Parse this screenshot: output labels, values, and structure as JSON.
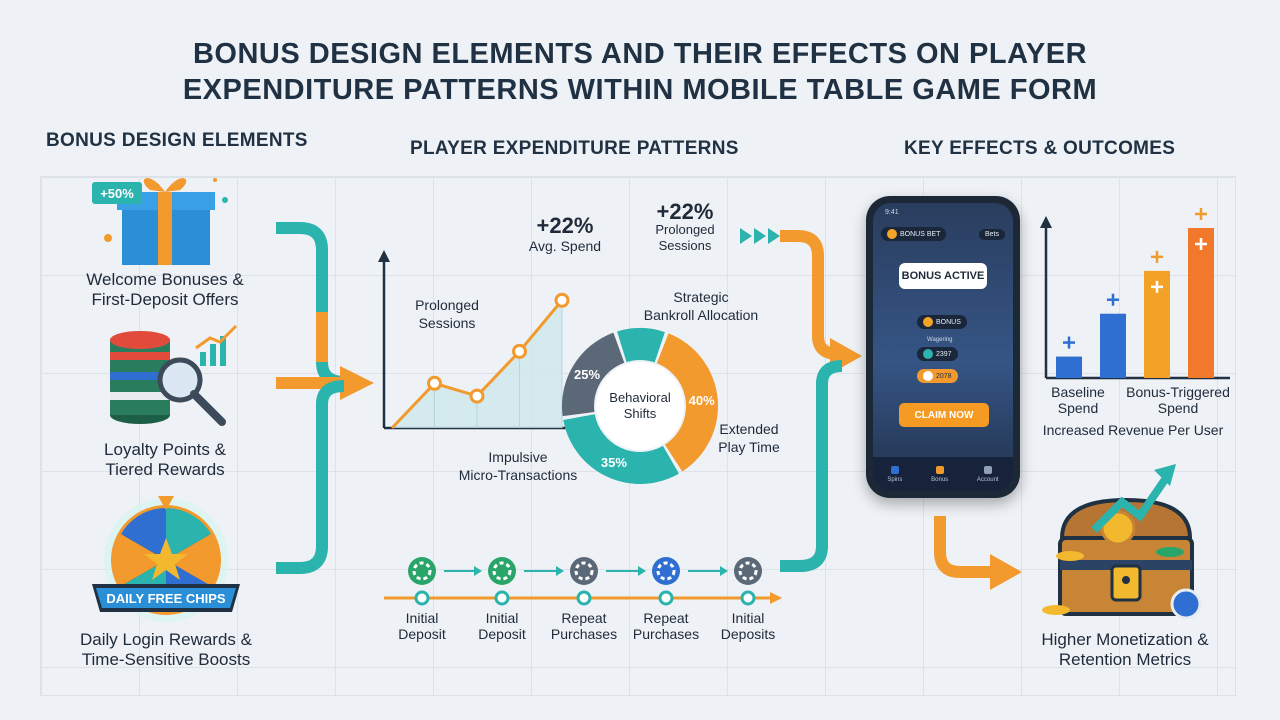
{
  "title": {
    "line1": "BONUS DESIGN ELEMENTS AND THEIR EFFECTS ON PLAYER",
    "line2": "EXPENDITURE PATTERNS WITHIN MOBILE TABLE GAME FORM"
  },
  "sections": {
    "left": "BONUS DESIGN ELEMENTS",
    "middle": "PLAYER EXPENDITURE PATTERNS",
    "right": "KEY EFFECTS & OUTCOMES"
  },
  "bonus_elements": [
    {
      "line1": "Welcome Bonuses &",
      "line2": "First-Deposit Offers",
      "badge": "+50%"
    },
    {
      "line1": "Loyalty Points &",
      "line2": "Tiered Rewards"
    },
    {
      "line1": "Daily Login Rewards &",
      "line2": "Time-Sensitive Boosts",
      "banner": "DAILY FREE CHIPS"
    }
  ],
  "patterns": {
    "avg_spend_value": "+22%",
    "avg_spend_label": "Avg. Spend",
    "prolonged_value": "+22%",
    "prolonged_label_1": "Prolonged",
    "prolonged_label_2": "Sessions",
    "line_label_1": "Prolonged",
    "line_label_2": "Sessions",
    "strategic_1": "Strategic",
    "strategic_2": "Bankroll Allocation",
    "extended_1": "Extended",
    "extended_2": "Play Time",
    "impulsive_1": "Impulsive",
    "impulsive_2": "Micro-Transactions",
    "donut_center_1": "Behavioral",
    "donut_center_2": "Shifts"
  },
  "chart_data": [
    {
      "type": "line",
      "x": [
        1,
        2,
        3,
        4,
        5
      ],
      "y": [
        0,
        3.5,
        2.5,
        6,
        10
      ],
      "ylim": [
        0,
        13
      ],
      "xlabel": "",
      "ylabel": "",
      "annotations": [
        "Prolonged Sessions",
        "+22% Avg. Spend"
      ]
    },
    {
      "type": "pie",
      "categories": [
        "40%",
        "35%",
        "25%",
        ""
      ],
      "values": [
        40,
        35,
        25,
        12
      ],
      "colors": [
        "#f29a2e",
        "#2bb3ad",
        "#5b6878",
        "#2bb3ad"
      ]
    },
    {
      "type": "bar",
      "categories": [
        "Baseline Spend",
        "Bonus-Triggered Spend"
      ],
      "values": [
        1,
        3,
        5,
        7
      ],
      "colors": [
        "#2f6fd1",
        "#2f6fd1",
        "#f4a227",
        "#f2792c"
      ],
      "caption": "Increased Revenue Per User"
    }
  ],
  "timeline": {
    "labels": [
      {
        "l1": "Initial",
        "l2": "Deposit"
      },
      {
        "l1": "Initial",
        "l2": "Deposit"
      },
      {
        "l1": "Repeat",
        "l2": "Purchases"
      },
      {
        "l1": "Repeat",
        "l2": "Purchases"
      },
      {
        "l1": "Initial",
        "l2": "Deposits"
      }
    ],
    "chip_colors": [
      "#2aa56a",
      "#2aa56a",
      "#5b6878",
      "#2f6fd1",
      "#5b6878"
    ]
  },
  "phone": {
    "status_left": "9:41",
    "pill_top_left": "BONUS BET",
    "pill_top_right": "Bets",
    "bonus_badge": "BONUS ACTIVE",
    "pill_mid": "BONUS",
    "wager_label": "Wagering",
    "value_1": "2397",
    "value_2": "2078",
    "claim_label": "CLAIM NOW",
    "nav": [
      "Spins",
      "Bonus",
      "Account"
    ]
  },
  "outcomes": {
    "baseline_1": "Baseline",
    "baseline_2": "Spend",
    "bonus_1": "Bonus-Triggered",
    "bonus_2": "Spend",
    "revenue": "Increased Revenue Per User",
    "final_1": "Higher Monetization &",
    "final_2": "Retention Metrics"
  },
  "colors": {
    "orange": "#f29a2e",
    "teal": "#2bb3ad",
    "blue": "#2f6fd1",
    "navy": "#1f3142",
    "grey": "#5b6878"
  }
}
